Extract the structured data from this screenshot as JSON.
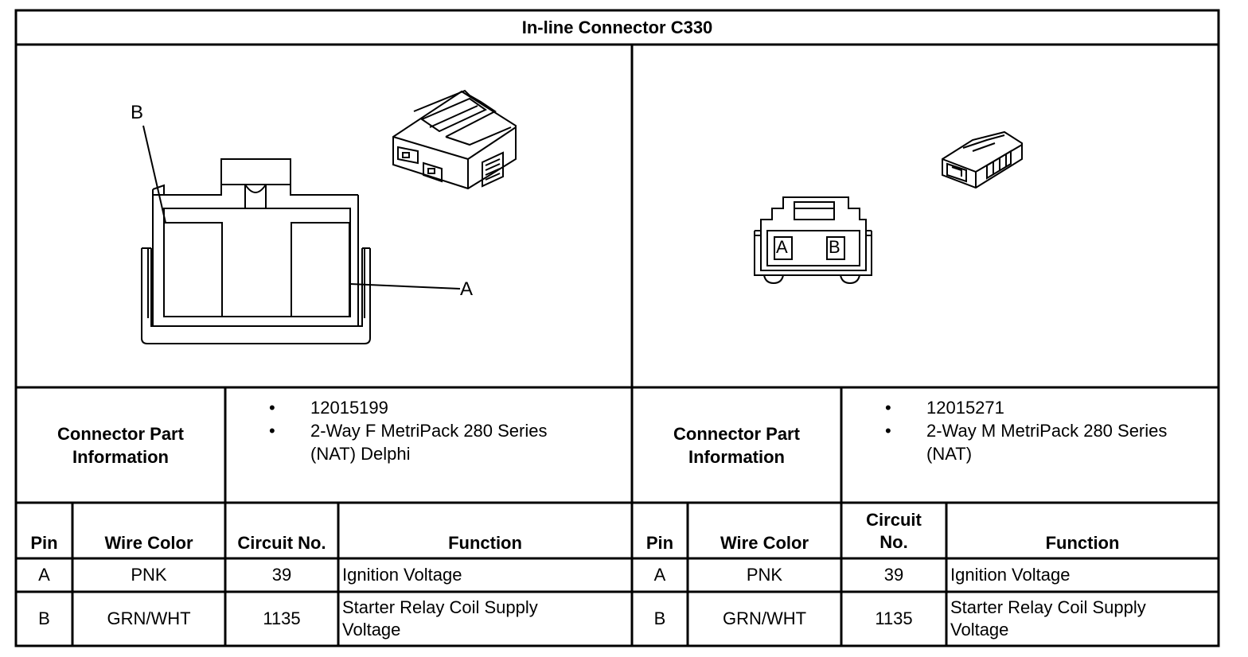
{
  "title": "In-line Connector C330",
  "left": {
    "diagram_labels": {
      "pin_b": "B",
      "pin_a": "A"
    },
    "part_info_label": "Connector Part Information",
    "part_info": [
      "12015199",
      "2-Way F MetriPack 280 Series (NAT) Delphi"
    ],
    "headers": {
      "pin": "Pin",
      "wire_color": "Wire Color",
      "circuit": "Circuit No.",
      "function": "Function"
    },
    "rows": [
      {
        "pin": "A",
        "wire_color": "PNK",
        "circuit": "39",
        "function": "Ignition Voltage"
      },
      {
        "pin": "B",
        "wire_color": "GRN/WHT",
        "circuit": "1135",
        "function": "Starter Relay Coil Supply Voltage"
      }
    ]
  },
  "right": {
    "diagram_labels": {
      "pin_a": "A",
      "pin_b": "B"
    },
    "part_info_label": "Connector Part Information",
    "part_info": [
      "12015271",
      "2-Way M MetriPack 280 Series (NAT)"
    ],
    "headers": {
      "pin": "Pin",
      "wire_color": "Wire Color",
      "circuit": "Circuit No.",
      "function": "Function"
    },
    "rows": [
      {
        "pin": "A",
        "wire_color": "PNK",
        "circuit": "39",
        "function": "Ignition Voltage"
      },
      {
        "pin": "B",
        "wire_color": "GRN/WHT",
        "circuit": "1135",
        "function": "Starter Relay Coil Supply Voltage"
      }
    ]
  },
  "bullet_glyph": "•"
}
